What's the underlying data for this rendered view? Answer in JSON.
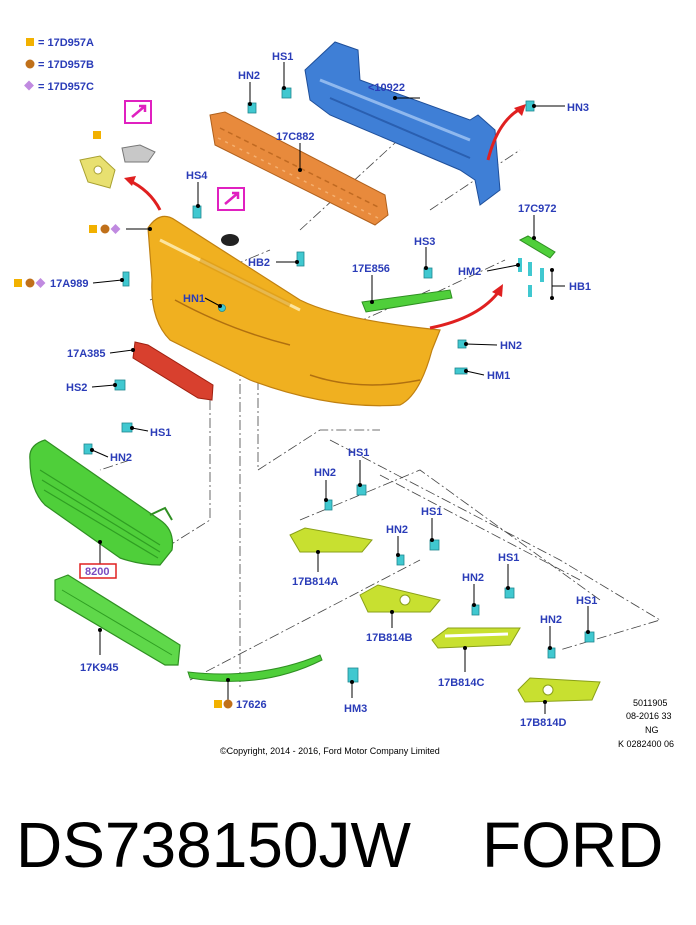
{
  "legend": [
    {
      "shape": "square",
      "color": "#f2b100",
      "label": "= 17D957A"
    },
    {
      "shape": "circle",
      "color": "#c0701a",
      "label": "= 17D957B"
    },
    {
      "shape": "diamond",
      "color": "#c08ae0",
      "label": "= 17D957C"
    }
  ],
  "labels": {
    "hn2_top": "HN2",
    "hs1_top": "HS1",
    "p10922": "<10922",
    "hn3": "HN3",
    "p17c882": "17C882",
    "hs4": "HS4",
    "p17c972": "17C972",
    "hs3": "HS3",
    "hb2": "HB2",
    "p17e856": "17E856",
    "hm2": "HM2",
    "hb1": "HB1",
    "p17a989": "17A989",
    "hn1": "HN1",
    "p17a385": "17A385",
    "hn2_right": "HN2",
    "hm1": "HM1",
    "hs2": "HS2",
    "hs1_left": "HS1",
    "hn2_left": "HN2",
    "p8200": "8200",
    "p17k945": "17K945",
    "p17626": "17626",
    "hm3": "HM3",
    "hn2_a": "HN2",
    "hs1_a": "HS1",
    "p17b814a": "17B814A",
    "hn2_b": "HN2",
    "hs1_b": "HS1",
    "p17b814b": "17B814B",
    "hn2_c": "HN2",
    "hs1_c": "HS1",
    "p17b814c": "17B814C",
    "hn2_d": "HN2",
    "hs1_d": "HS1",
    "p17b814d": "17B814D"
  },
  "info": {
    "line1": "5011905",
    "line2": "08-2016 33",
    "line3": "NG",
    "line4": "K 0282400 06"
  },
  "copyright": "©Copyright, 2014 - 2016, Ford Motor Company Limited",
  "caption": "DS738150JW    FORD",
  "colors": {
    "label": "#2a3cb8",
    "bumper": "#f0b020",
    "reinforcement": "#3f7fd6",
    "absorber": "#e88a3c",
    "grille": "#4fcf3a",
    "lamp_bezel": "#c8e030",
    "callout": "#e020c0",
    "arrow": "#e02020"
  }
}
